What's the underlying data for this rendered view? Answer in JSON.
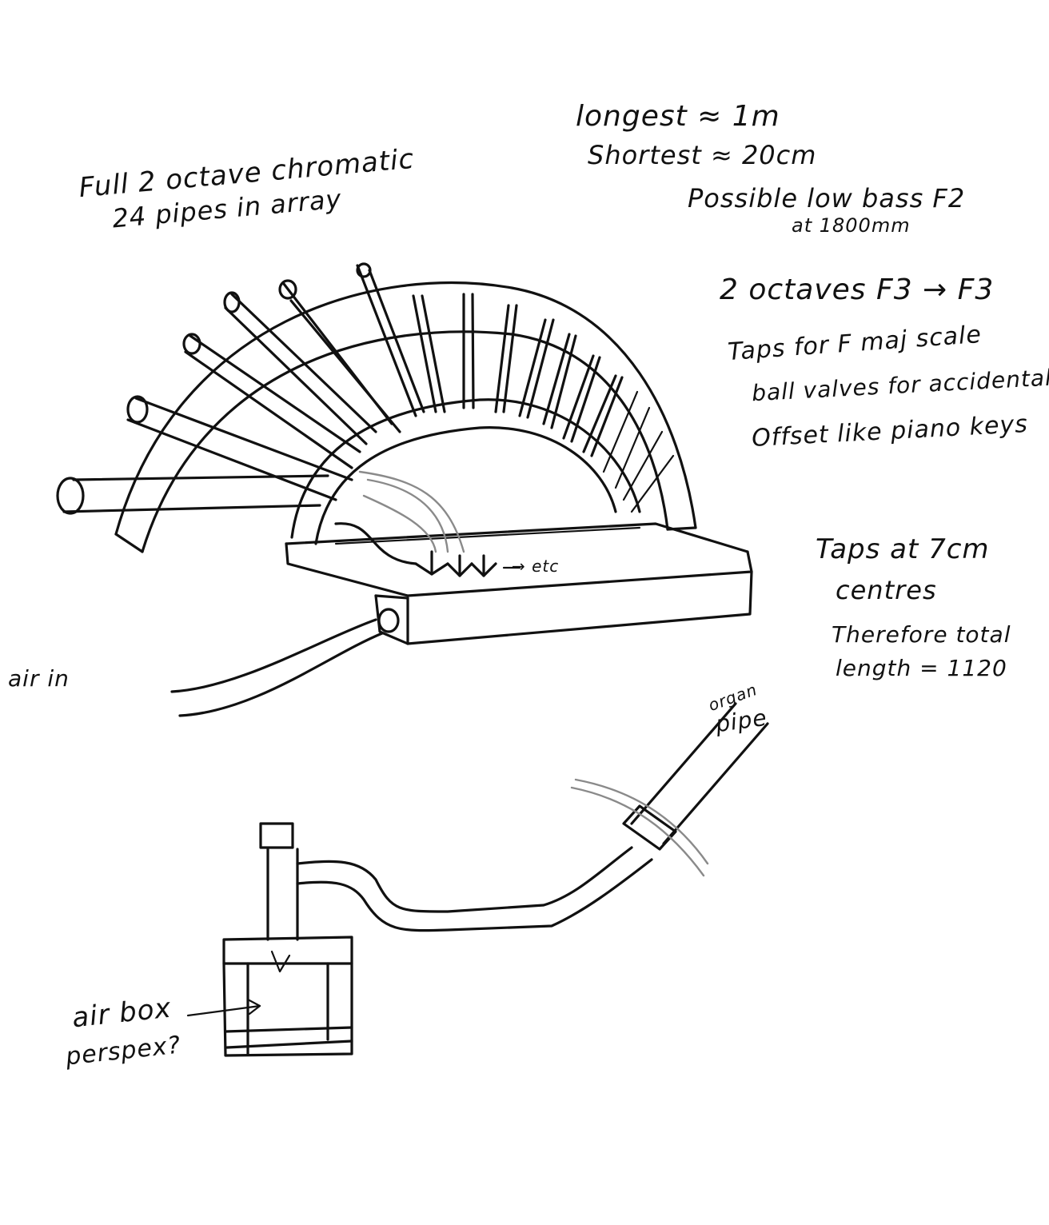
{
  "notes": {
    "chromatic_line1": "Full 2 octave chromatic",
    "chromatic_line2": "24 pipes in array",
    "longest": "longest ≈ 1m",
    "shortest": "Shortest ≈ 20cm",
    "bass_line1": "Possible low bass F2",
    "bass_line2": "at 1800mm",
    "octaves": "2 octaves F3 → F3",
    "taps": "Taps for F maj scale",
    "ball_valves": "ball valves for accidentals",
    "offset": "Offset like piano keys",
    "centres_line1": "Taps at 7cm",
    "centres_line2": "centres",
    "therefore_line1": "Therefore total",
    "therefore_line2": "length = 1120"
  },
  "labels": {
    "air_in": "air in",
    "etc": "→ etc",
    "organ": "organ",
    "pipe": "pipe",
    "air_box": "air box",
    "perspex": "perspex?"
  }
}
